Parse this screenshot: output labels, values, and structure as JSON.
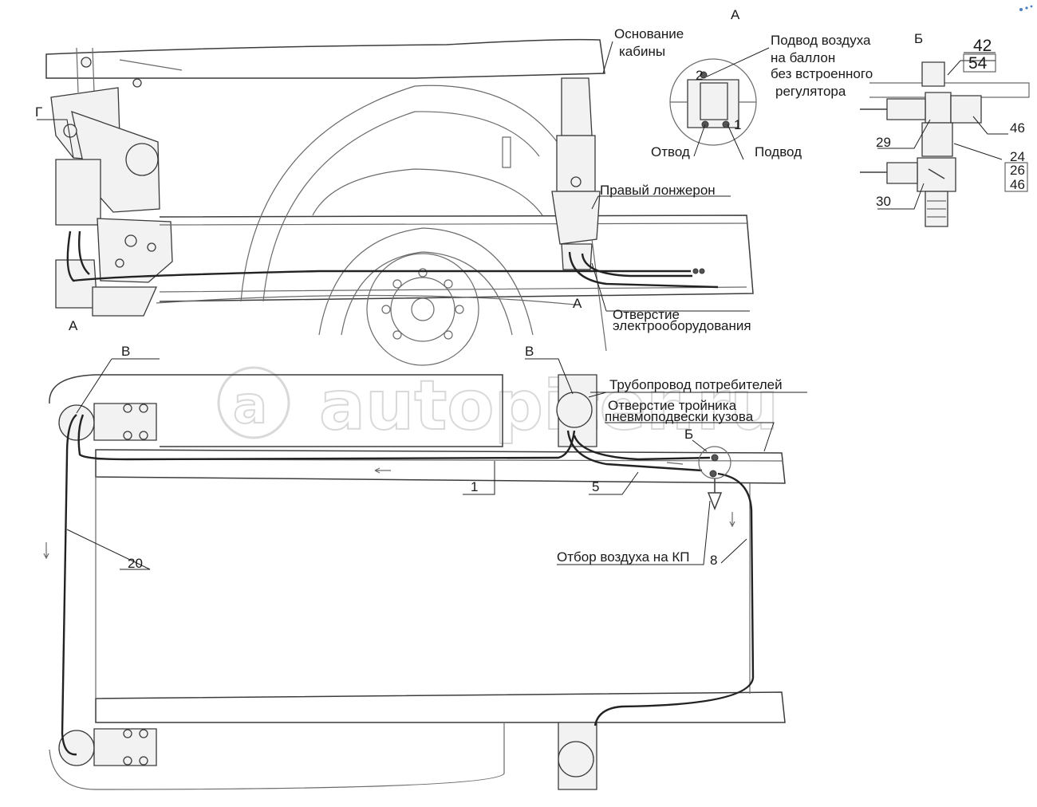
{
  "view_letters": {
    "a_top_left": "А",
    "a_bottom_left": "А",
    "a_section": "А",
    "b_section": "Б",
    "b_plan": "Б",
    "g": "Г",
    "v_left": "В",
    "v_mid": "В",
    "a_mid": "А"
  },
  "labels": {
    "cab_base": "Основание кабины",
    "cab_base_line1": "Основание",
    "cab_base_line2": "кабины",
    "right_side_member": "Правый лонжерон",
    "elec_hole_line1": "Отверстие",
    "elec_hole_line2": "электрооборудования",
    "consumer_pipe": "Трубопровод потребителей",
    "tee_hole_line1": "Отверстие тройника",
    "tee_hole_line2": "пневмоподвески кузова",
    "air_takeoff": "Отбор воздуха на КП",
    "air_supply_line1": "Подвод воздуха",
    "air_supply_line2": "на баллон",
    "air_supply_line3": "без встроенного",
    "air_supply_line4": "регулятора",
    "outlet": "Отвод",
    "inlet": "Подвод"
  },
  "port_numbers": {
    "p1": "1",
    "p2": "2"
  },
  "part_numbers": {
    "n1": "1",
    "n5": "5",
    "n8": "8",
    "n20": "20",
    "n29": "29",
    "n30": "30",
    "n42": "42",
    "n54": "54",
    "n46a": "46",
    "n24": "24",
    "n26": "26",
    "n46b": "46"
  },
  "watermark": "autopiter.ru",
  "colors": {
    "line": "#6a6a6a",
    "pipe": "#222222",
    "watermark": "#d9d9d9"
  }
}
